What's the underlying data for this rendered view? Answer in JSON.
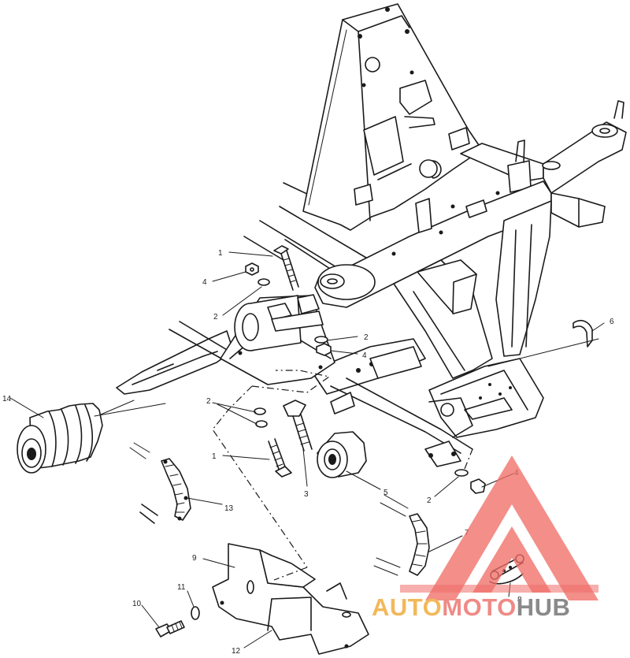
{
  "callouts": [
    "1",
    "2",
    "3",
    "4",
    "5",
    "6",
    "7",
    "8",
    "9",
    "10",
    "11",
    "12",
    "13",
    "14"
  ],
  "watermark": {
    "part1": "AUTO",
    "part2": "MOTO",
    "part3": "HUB",
    "colors": {
      "auto": "#f2b85a",
      "moto": "#ef8a86",
      "hub": "#8a8a8a",
      "logo": "#ef6e68"
    }
  }
}
